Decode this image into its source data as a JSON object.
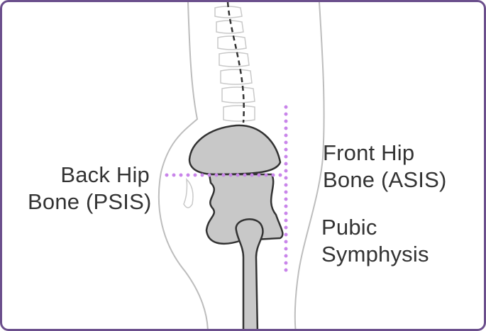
{
  "labels": {
    "back_hip": {
      "line1": "Back Hip",
      "line2": "Bone (PSIS)"
    },
    "front_hip": {
      "line1": "Front Hip",
      "line2": "Bone (ASIS)"
    },
    "pubic": {
      "line1": "Pubic",
      "line2": "Symphysis"
    }
  },
  "colors": {
    "frame_border": "#6b4f8c",
    "bone_fill": "#c8c8c8",
    "outline": "#333333",
    "body_outline": "#bdbdbd",
    "horizontal_dots": "#c985ea",
    "vertical_dots": "#c985ea"
  },
  "icons": {
    "spine": "spine-illustration",
    "pelvis": "pelvis-illustration",
    "femur": "femur-illustration"
  }
}
